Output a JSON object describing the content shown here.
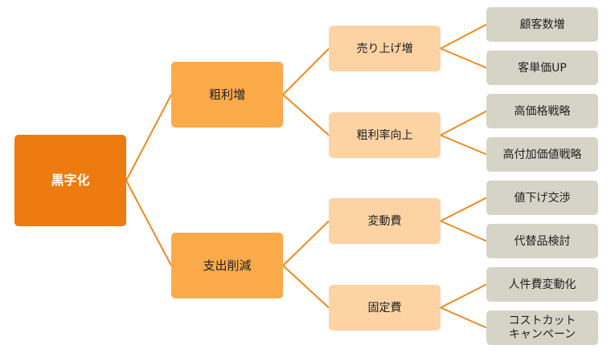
{
  "colors": {
    "root": "#ee7b0f",
    "level1": "#fbaa49",
    "level2": "#fdd3a4",
    "leaf": "#d6d4c6",
    "connector": "#ee8a1e"
  },
  "tree": {
    "root": "黒字化",
    "branches": [
      {
        "label": "粗利増",
        "children": [
          {
            "label": "売り上げ増",
            "leaves": [
              "顧客数増",
              "客単価UP"
            ]
          },
          {
            "label": "粗利率向上",
            "leaves": [
              "高価格戦略",
              "高付加価値戦略"
            ]
          }
        ]
      },
      {
        "label": "支出削減",
        "children": [
          {
            "label": "変動費",
            "leaves": [
              "値下げ交渉",
              "代替品検討"
            ]
          },
          {
            "label": "固定費",
            "leaves": [
              "人件費変動化",
              "コストカット キャンペーン"
            ]
          }
        ]
      }
    ],
    "last_leaf_lines": [
      "コストカット",
      "キャンペーン"
    ]
  }
}
